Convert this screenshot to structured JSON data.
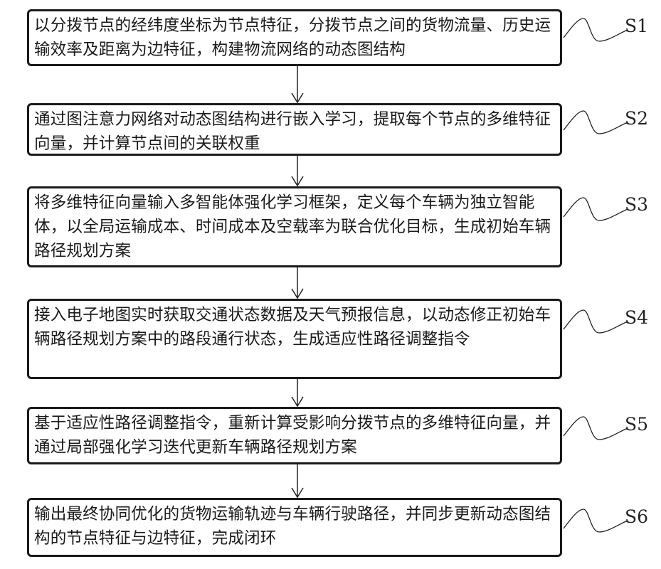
{
  "steps": [
    {
      "label": "S1",
      "text": "以分拨节点的经纬度坐标为节点特征，分拨节点之间的货物流量、历史运输效率及距离为边特征，构建物流网络的动态图结构"
    },
    {
      "label": "S2",
      "text": "通过图注意力网络对动态图结构进行嵌入学习，提取每个节点的多维特征向量，并计算节点间的关联权重"
    },
    {
      "label": "S3",
      "text": "将多维特征向量输入多智能体强化学习框架，定义每个车辆为独立智能体，以全局运输成本、时间成本及空载率为联合优化目标，生成初始车辆路径规划方案"
    },
    {
      "label": "S4",
      "text": "接入电子地图实时获取交通状态数据及天气预报信息，以动态修正初始车辆路径规划方案中的路段通行状态，生成适应性路径调整指令"
    },
    {
      "label": "S5",
      "text": "基于适应性路径调整指令，重新计算受影响分拨节点的多维特征向量，并通过局部强化学习迭代更新车辆路径规划方案"
    },
    {
      "label": "S6",
      "text": "输出最终协同优化的货物运输轨迹与车辆行驶路径，并同步更新动态图结构的节点特征与边特征，完成闭环"
    }
  ]
}
